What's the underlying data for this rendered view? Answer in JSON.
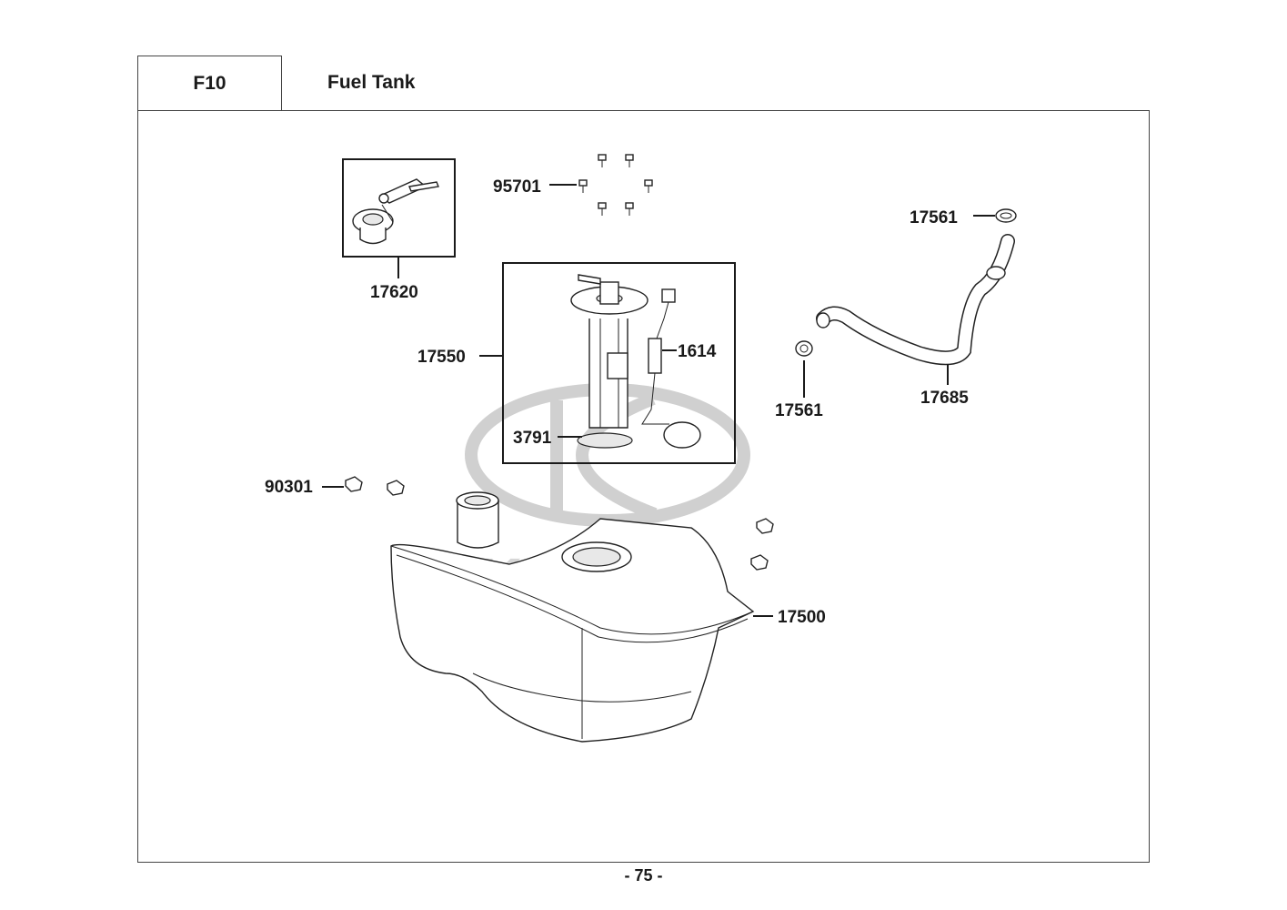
{
  "header": {
    "section_code": "F10",
    "title": "Fuel Tank"
  },
  "footer": {
    "page_number": "- 75 -"
  },
  "watermark": {
    "brand": "KYMCO"
  },
  "callouts": {
    "p17620": "17620",
    "p95701": "95701",
    "p17561_top": "17561",
    "p17550": "17550",
    "p1614": "1614",
    "p17561_mid": "17561",
    "p17685": "17685",
    "p3791": "3791",
    "p90301": "90301",
    "p17500": "17500"
  },
  "colors": {
    "line": "#1a1a1a",
    "watermark": "#d0d0d0",
    "background": "#ffffff"
  }
}
